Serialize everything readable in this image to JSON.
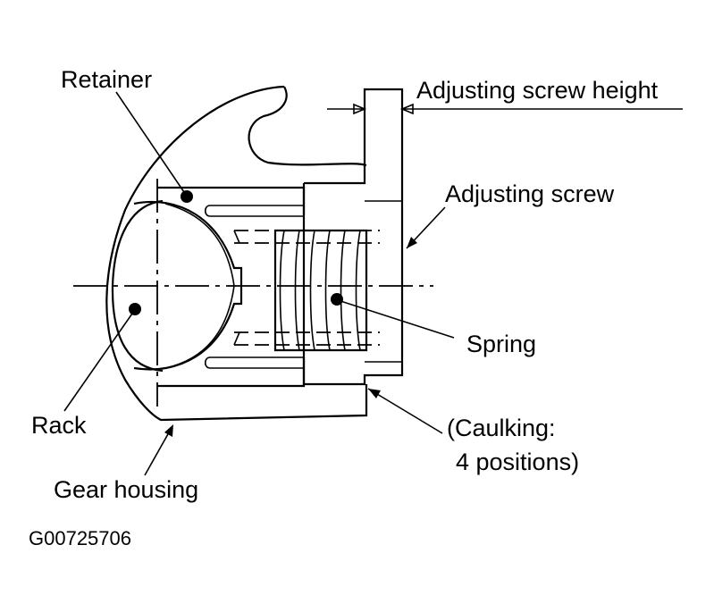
{
  "labels": {
    "retainer": "Retainer",
    "adjusting_screw_height": "Adjusting screw height",
    "adjusting_screw": "Adjusting screw",
    "spring": "Spring",
    "rack": "Rack",
    "caulking_line1": "(Caulking:",
    "caulking_line2": "4 positions)",
    "gear_housing": "Gear housing"
  },
  "figure_code": "G00725706"
}
